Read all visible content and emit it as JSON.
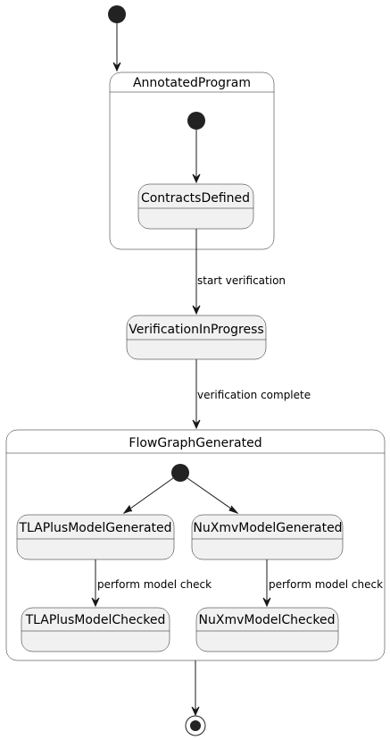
{
  "states": {
    "annotated_program": "AnnotatedProgram",
    "contracts_defined": "ContractsDefined",
    "verification_in_progress": "VerificationInProgress",
    "flow_graph_generated": "FlowGraphGenerated",
    "tla_model_generated": "TLAPlusModelGenerated",
    "nuxmv_model_generated": "NuXmvModelGenerated",
    "tla_model_checked": "TLAPlusModelChecked",
    "nuxmv_model_checked": "NuXmvModelChecked"
  },
  "transitions": {
    "start_verification": "start verification",
    "verification_complete": "verification complete",
    "perform_model_check_left": "perform model check",
    "perform_model_check_right": "perform model check"
  }
}
